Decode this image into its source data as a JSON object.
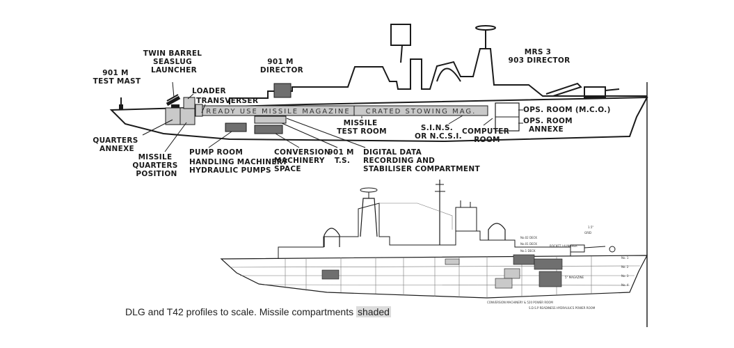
{
  "dlg": {
    "labels": {
      "test_mast_1": "901 M",
      "test_mast_2": "TEST MAST",
      "twin_1": "TWIN BARREL",
      "twin_2": "SEASLUG",
      "twin_3": "LAUNCHER",
      "director_1": "901 M",
      "director_2": "DIRECTOR",
      "mrs_1": "MRS 3",
      "mrs_2": "903 DIRECTOR",
      "loader": "LOADER",
      "transverser": "TRANSVERSER",
      "ready_use": "READY USE MISSILE MAGAZINE",
      "crated": "CRATED STOWING MAG.",
      "ops_room": "OPS. ROOM (M.C.O.)",
      "ops_annexe_1": "OPS. ROOM",
      "ops_annexe_2": "ANNEXE",
      "quarters_1": "QUARTERS",
      "quarters_2": "ANNEXE",
      "mqp_1": "MISSILE",
      "mqp_2": "QUARTERS",
      "mqp_3": "POSITION",
      "pump_1": "PUMP ROOM",
      "pump_2": "HANDLING MACHINERY",
      "pump_3": "HYDRAULIC PUMPS",
      "conv_1": "CONVERSION",
      "conv_2": "MACHINERY",
      "conv_3": "SPACE",
      "ts_1": "901 M",
      "ts_2": "T.S.",
      "ddr_1": "DIGITAL DATA",
      "ddr_2": "RECORDING AND",
      "ddr_3": "STABILISER COMPARTMENT",
      "mtr_1": "MISSILE",
      "mtr_2": "TEST ROOM",
      "sins_1": "S.I.N.S.",
      "sins_2": "OR N.C.S.I.",
      "comp_1": "COMPUTER",
      "comp_2": "ROOM"
    }
  },
  "t42": {
    "labels": {
      "decks": [
        "No.02 DECK",
        "No.01 DECK",
        "No.1 DECK"
      ],
      "right_1": "1.5\"",
      "right_2": "GRID",
      "annot": "ROCKET LAUNCHER",
      "deck_no": [
        "No. 1",
        "No. 2",
        "No. 3",
        "No. 4"
      ],
      "conv": "CONVERSION MACHINERY & 520 POWER ROOM",
      "sdsp": "S.D.S.P READINESS HYDRAULICS POWER ROOM",
      "mag": "5\" MAGAZINE"
    }
  },
  "caption": {
    "text": "DLG and T42 profiles to scale. Missile compartments ",
    "highlight": "shaded"
  },
  "colors": {
    "shade_dark": "#6f6f6f",
    "shade_light": "#c9c9c9",
    "line": "#1a1a1a"
  }
}
